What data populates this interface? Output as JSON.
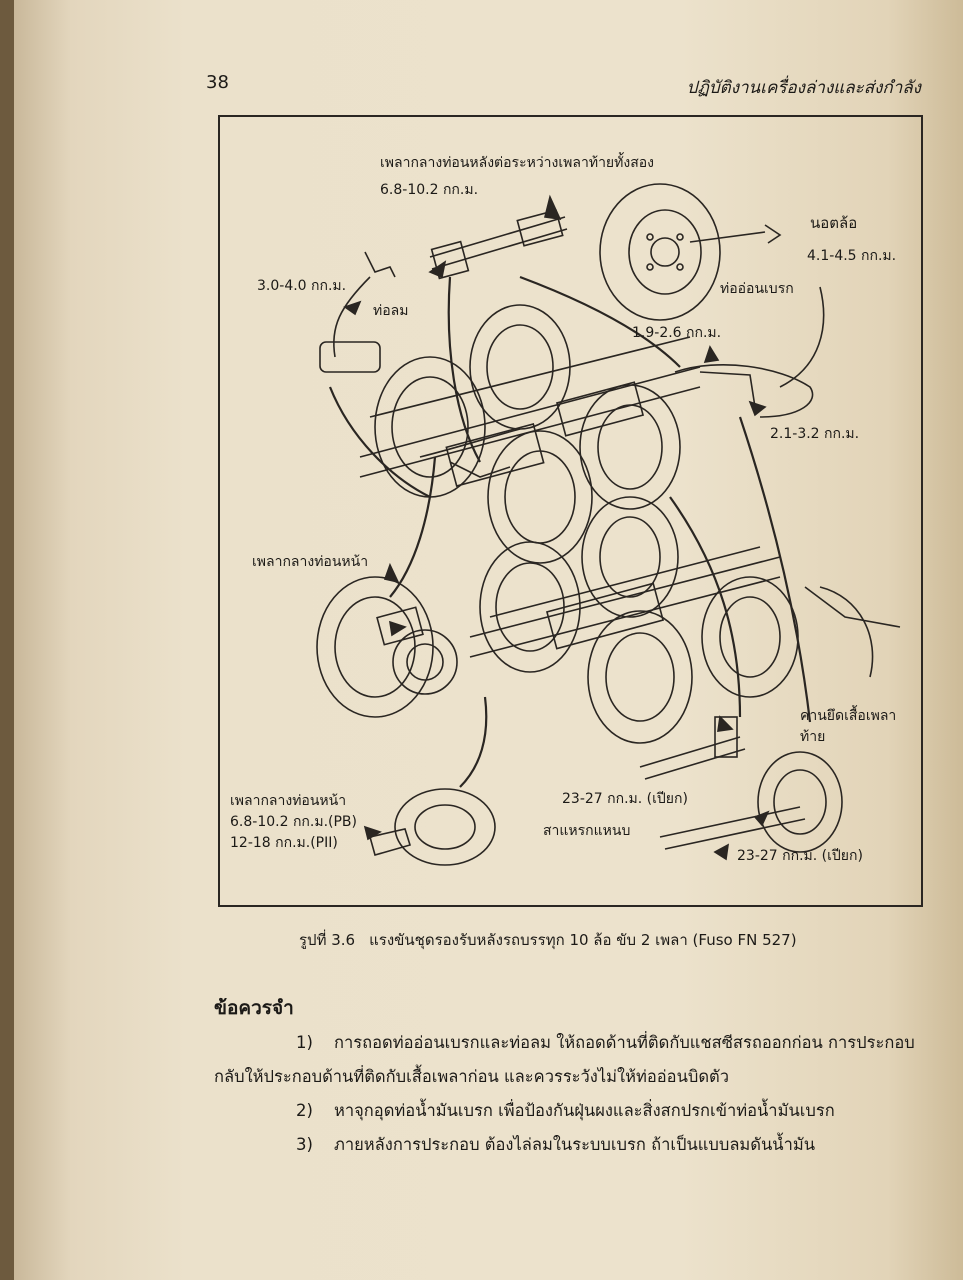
{
  "header": {
    "page_number": "38",
    "running_title": "ปฏิบัติงานเครื่องล่างและส่งกำลัง"
  },
  "figure": {
    "callouts": {
      "rear_shaft_title": "เพลากลางท่อนหลังต่อระหว่างเพลาท้ายทั้งสอง",
      "rear_shaft_torque": "6.8-10.2  กก.ม.",
      "wheel_nut": "นอตล้อ",
      "wheel_nut_torque": "4.1-4.5  กก.ม.",
      "air_line_torque": "3.0-4.0  กก.ม.",
      "air_line": "ท่อลม",
      "brake_hose": "ท่ออ่อนเบรก",
      "brake_hose_torque_1": "1.9-2.6  กก.ม.",
      "brake_hose_torque_2": "2.1-3.2  กก.ม.",
      "front_shaft_top": "เพลากลางท่อนหน้า",
      "torque_rod_line1": "คานยึดเสื้อเพลา",
      "torque_rod_line2": "ท้าย",
      "front_shaft_bottom": "เพลากลางท่อนหน้า",
      "front_shaft_torque_pb": "6.8-10.2  กก.ม.(PB)",
      "front_shaft_torque_pii": "12-18  กก.ม.(PII)",
      "spring_torque_1": "23-27  กก.ม.  (เปียก)",
      "brake_pull_rod": "สาแหรกแหนบ",
      "spring_torque_2": "23-27  กก.ม.  (เปียก)"
    },
    "caption": {
      "number": "รูปที่ 3.6",
      "text": "แรงขันชุดรองรับหลังรถบรรทุก 10 ล้อ ขับ 2 เพลา (Fuso FN 527)"
    }
  },
  "notes": {
    "heading": "ข้อควรจำ",
    "item1_num": "1)",
    "item1_line1": "การถอดท่ออ่อนเบรกและท่อลม ให้ถอดด้านที่ติดกับแชสซีสรถออกก่อน การประกอบ",
    "item1_line2": "กลับให้ประกอบด้านที่ติดกับเสื้อเพลาก่อน และควรระวังไม่ให้ท่ออ่อนบิดตัว",
    "item2_num": "2)",
    "item2_text": "หาจุกอุดท่อน้ำมันเบรก เพื่อป้องกันฝุ่นผงและสิ่งสกปรกเข้าท่อน้ำมันเบรก",
    "item3_num": "3)",
    "item3_text": "ภายหลังการประกอบ ต้องไล่ลมในระบบเบรก ถ้าเป็นแบบลมดันน้ำมัน"
  },
  "colors": {
    "paper": "#ece2cc",
    "ink": "#1c1a17"
  }
}
